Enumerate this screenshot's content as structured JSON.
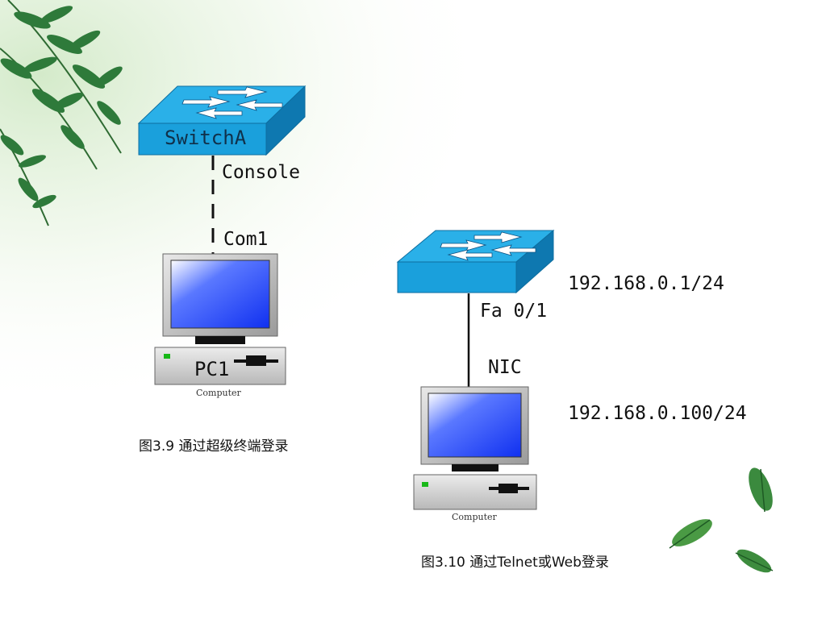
{
  "figure_left": {
    "switch_label": "SwitchA",
    "console_label": "Console",
    "com_label": "Com1",
    "pc_label": "PC1",
    "computer_caption": "Computer",
    "caption": "图3.9 通过超级终端登录"
  },
  "figure_right": {
    "ip_switch": "192.168.0.1/24",
    "port_label": "Fa 0/1",
    "nic_label": "NIC",
    "ip_pc": "192.168.0.100/24",
    "computer_caption": "Computer",
    "caption": "图3.10 通过Telnet或Web登录"
  },
  "colors": {
    "switch_front": "#1aa0dc",
    "switch_top": "#2ab0e8",
    "switch_side": "#0e78b0",
    "monitor_screen": "#1030f0",
    "leaf_green": "#2e7a3a"
  }
}
